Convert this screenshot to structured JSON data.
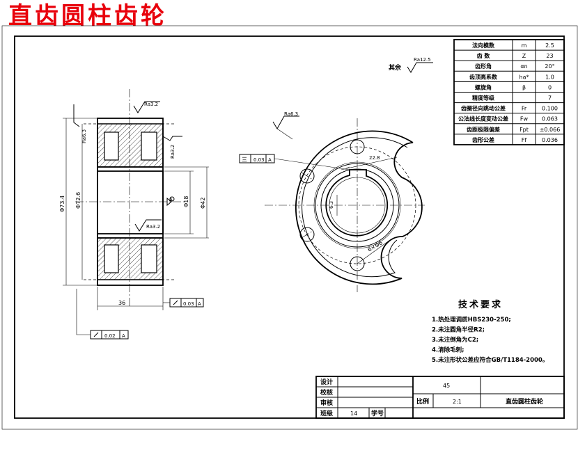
{
  "title": "直齿圆柱齿轮",
  "colors": {
    "title": "#e8000b",
    "line": "#000000",
    "background": "#ffffff"
  },
  "params": [
    {
      "label": "法向模数",
      "symbol": "m",
      "value": "2.5"
    },
    {
      "label": "齿  数",
      "symbol": "Z",
      "value": "23"
    },
    {
      "label": "齿形角",
      "symbol": "αn",
      "value": "20°"
    },
    {
      "label": "齿顶高系数",
      "symbol": "ha*",
      "value": "1.0"
    },
    {
      "label": "螺旋角",
      "symbol": "β",
      "value": "0"
    },
    {
      "label": "精度等级",
      "symbol": "",
      "value": "7"
    },
    {
      "label": "齿圈径向跳动公差",
      "symbol": "Fr",
      "value": "0.100"
    },
    {
      "label": "公法线长度变动公差",
      "symbol": "Fw",
      "value": "0.063"
    },
    {
      "label": "齿距极限偏差",
      "symbol": "Fpt",
      "value": "±0.066"
    },
    {
      "label": "齿形公差",
      "symbol": "Ff",
      "value": "0.036"
    }
  ],
  "annotations": {
    "rest_roughness": "其余",
    "rest_ra": "Ra12.5",
    "ra_hub_top": "Ra3.2",
    "ra_left": "Ra6.3",
    "ra_tooth": "Ra3.2",
    "ra_bore": "Ra3.2",
    "ra_front": "Ra6.3",
    "key_dim": "22.8",
    "keyway": "6.3",
    "hole_note": "6×Φ6",
    "dia_tip": "Φ73.4",
    "dia_root": "Φ72.6",
    "dia_hub": "Φ42",
    "dia_bore": "Φ18",
    "width": "36",
    "datum": "A",
    "tol_runout": "0.03",
    "tol_perp": "0.02",
    "tol_sym": "0.03",
    "sym_mark": "三"
  },
  "requirements": {
    "heading": "技术要求",
    "items": [
      "1.热处理调质HBS230-250;",
      "2.未注圆角半径R2;",
      "3.未注倒角为C2;",
      "4.清除毛刺;",
      "5.未注形状公差应符合GB/T1184-2000。"
    ]
  },
  "titleblock": {
    "design": "设计",
    "check": "校核",
    "review": "审核",
    "class": "班级",
    "class_value": "14",
    "student_no": "学号",
    "material": "45",
    "scale": "比例",
    "scale_value": "2:1",
    "name": "直齿圆柱齿轮"
  }
}
